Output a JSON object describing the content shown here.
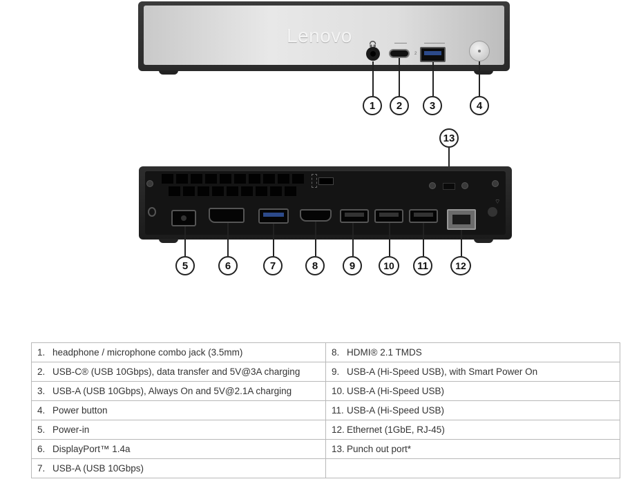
{
  "front": {
    "brand": "Lenovo",
    "callouts": [
      "1",
      "2",
      "3",
      "4"
    ],
    "port_marks": [
      "1",
      "2"
    ]
  },
  "back": {
    "callouts": [
      "5",
      "6",
      "7",
      "8",
      "9",
      "10",
      "11",
      "12",
      "13"
    ]
  },
  "spec_table": {
    "left": [
      {
        "num": "1.",
        "text": "headphone / microphone combo jack (3.5mm)"
      },
      {
        "num": "2.",
        "text": "USB-C® (USB 10Gbps), data transfer and 5V@3A charging"
      },
      {
        "num": "3.",
        "text": "USB-A (USB 10Gbps), Always On and 5V@2.1A charging"
      },
      {
        "num": "4.",
        "text": "Power button"
      },
      {
        "num": "5.",
        "text": "Power-in"
      },
      {
        "num": "6.",
        "text": "DisplayPort™ 1.4a"
      },
      {
        "num": "7.",
        "text": "USB-A (USB 10Gbps)"
      }
    ],
    "right": [
      {
        "num": "8.",
        "text": "HDMI® 2.1 TMDS"
      },
      {
        "num": "9.",
        "text": "USB-A (Hi-Speed USB), with Smart Power On"
      },
      {
        "num": "10.",
        "text": "USB-A (Hi-Speed USB)"
      },
      {
        "num": "11.",
        "text": "USB-A (Hi-Speed USB)"
      },
      {
        "num": "12.",
        "text": "Ethernet (1GbE, RJ-45)"
      },
      {
        "num": "13.",
        "text": "Punch out port*"
      },
      {
        "num": "",
        "text": ""
      }
    ]
  }
}
